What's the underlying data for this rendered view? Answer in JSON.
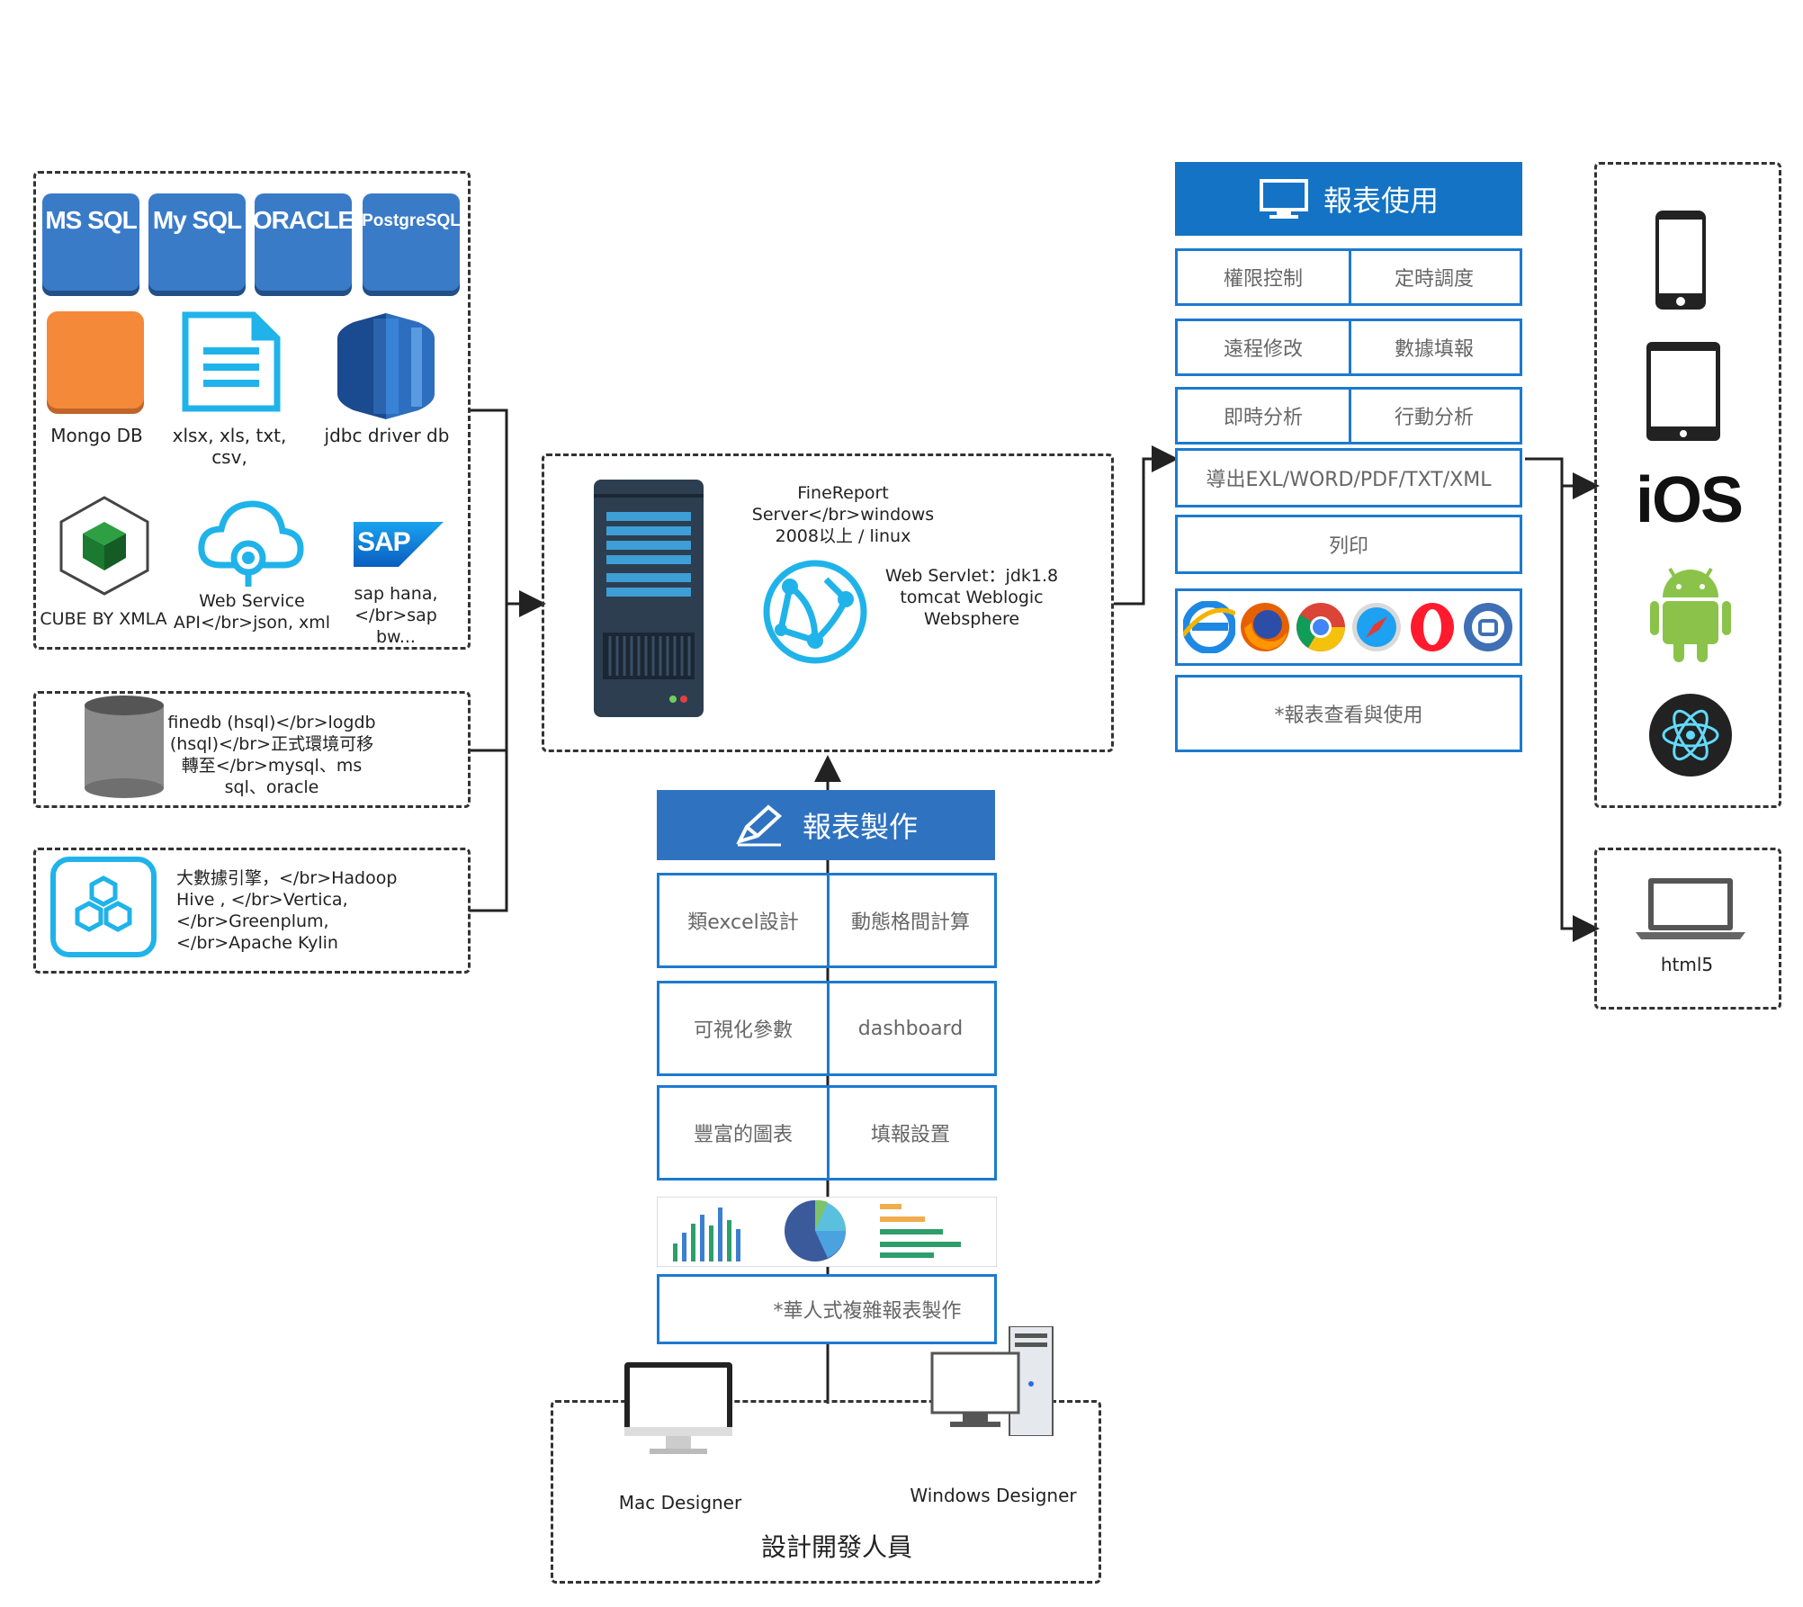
{
  "datasources": {
    "db_tiles": [
      "MS SQL",
      "My SQL",
      "ORACLE",
      "PostgreSQL"
    ],
    "mongo_label": "Mongo DB",
    "files_label": "xlsx, xls, txt, csv,",
    "jdbc_label": "jdbc driver db",
    "cube_label": "CUBE BY XMLA",
    "webservice_label": "Web Service API</br>json, xml",
    "sap_logo": "SAP",
    "sap_label": "sap hana,</br>sap bw..."
  },
  "embedded_db": {
    "label": "finedb (hsql)</br>logdb (hsql)</br>正式環境可移轉至</br>mysql、ms sql、oracle"
  },
  "bigdata": {
    "label": "大數據引擎，</br>Hadoop Hive , </br>Vertica, </br>Greenplum, </br>Apache Kylin"
  },
  "server": {
    "label": "FineReport Server</br>windows 2008以上 / linux",
    "servlet_label": "Web Servlet：jdk1.8 tomcat Weblogic Websphere"
  },
  "usage": {
    "title": "報表使用",
    "row1": [
      "權限控制",
      "定時調度"
    ],
    "row2": [
      "遠程修改",
      "數據填報"
    ],
    "row3": [
      "即時分析",
      "行動分析"
    ],
    "export": "導出EXL/WORD/PDF/TXT/XML",
    "print": "列印",
    "footer": "*報表查看與使用"
  },
  "making": {
    "title": "報表製作",
    "row1": [
      "類excel設計",
      "動態格間計算"
    ],
    "row2": [
      "可視化參數",
      "dashboard"
    ],
    "row3": [
      "豐富的圖表",
      "填報設置"
    ],
    "footer": "*華人式複雜報表製作"
  },
  "designers": {
    "mac": "Mac Designer",
    "windows": "Windows Designer",
    "group": "設計開發人員"
  },
  "clients": {
    "ios": "iOS",
    "html5": "html5"
  },
  "colors": {
    "accent": "#1473c4",
    "tile": "#3a7bc8",
    "android": "#8bc34a",
    "mongo": "#f5893a",
    "doc": "#1fb3ea"
  }
}
